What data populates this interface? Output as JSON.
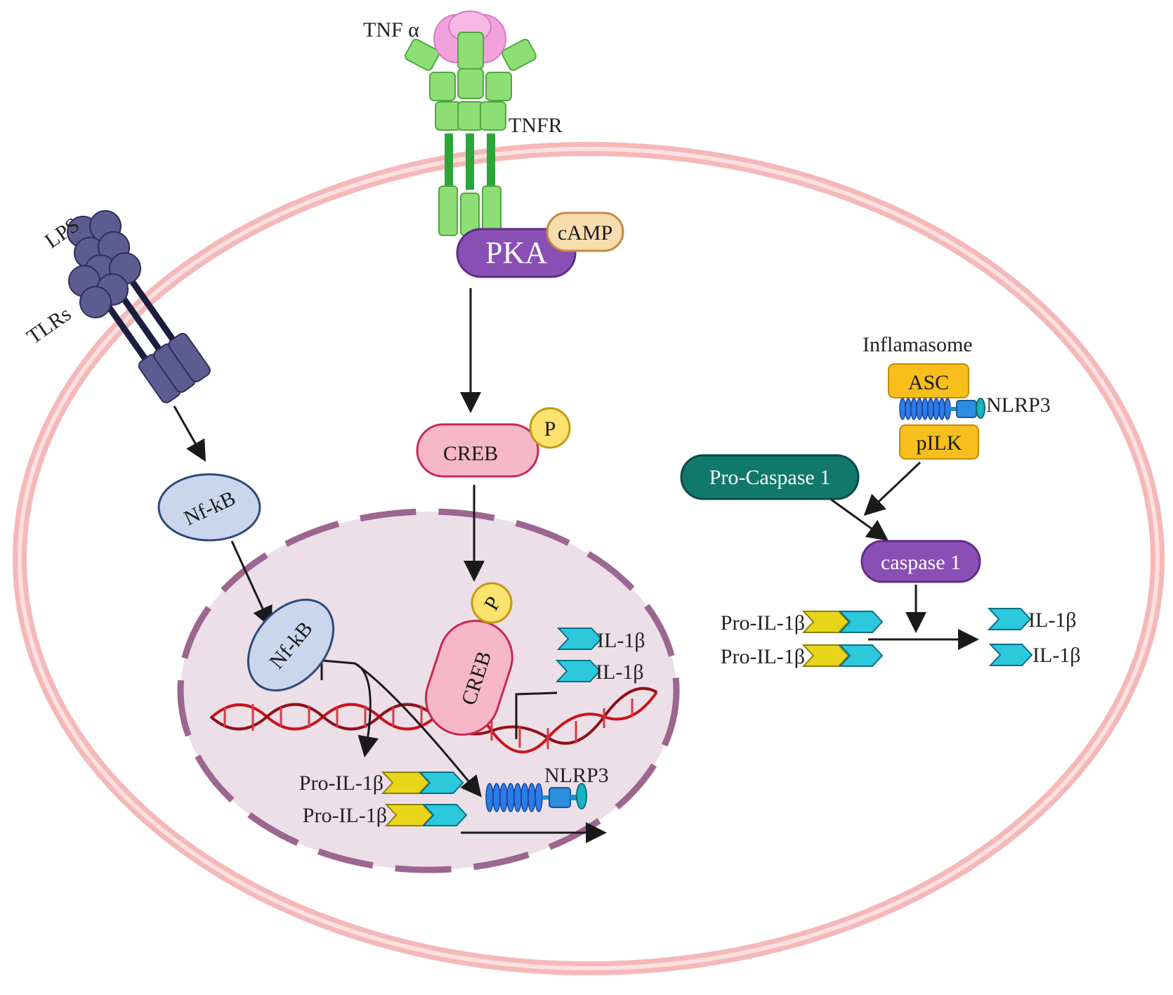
{
  "receptors": {
    "tnf_alpha": "TNF α",
    "tnfr": "TNFR",
    "lps": "LPS",
    "tlrs": "TLRs"
  },
  "cytoplasm": {
    "pka": "PKA",
    "camp": "cAMP",
    "creb": "CREB",
    "phospho": "P",
    "nfkb": "Nf-kB"
  },
  "nucleus": {
    "nfkb": "Nf-kB",
    "creb": "CREB",
    "phospho": "P",
    "il1b_top": "IL-1β",
    "il1b_bottom": "IL-1β",
    "pro_il1b_top": "Pro-IL-1β",
    "pro_il1b_bottom": "Pro-IL-1β",
    "nlrp3": "NLRP3"
  },
  "inflammasome": {
    "title": "Inflamasome",
    "asc": "ASC",
    "nlrp3": "NLRP3",
    "pilk": "pILK",
    "pro_caspase": "Pro-Caspase 1",
    "caspase": "caspase 1",
    "pro_il1b_top": "Pro-IL-1β",
    "pro_il1b_bottom": "Pro-IL-1β",
    "il1b_top": "IL-1β",
    "il1b_bottom": "IL-1β"
  },
  "colors": {
    "membrane": "#f5b8b8",
    "nucleus_fill": "#ecdfe8",
    "nucleus_border": "#9b6690",
    "pka": "#8a4fb5",
    "camp": "#f7dcae",
    "creb": "#f6b7c8",
    "phospho": "#fbe36e",
    "nfkb": "#c9d6ec",
    "tlr": "#5c5c91",
    "tnfr": "#7fd170",
    "tnf": "#f1a2dc",
    "asc": "#f7be1c",
    "pro_caspase": "#11786c",
    "caspase": "#8a4fb5",
    "pro_domain": "#e8d51a",
    "il1b": "#2cc8dc",
    "dna": "#c8141c"
  }
}
